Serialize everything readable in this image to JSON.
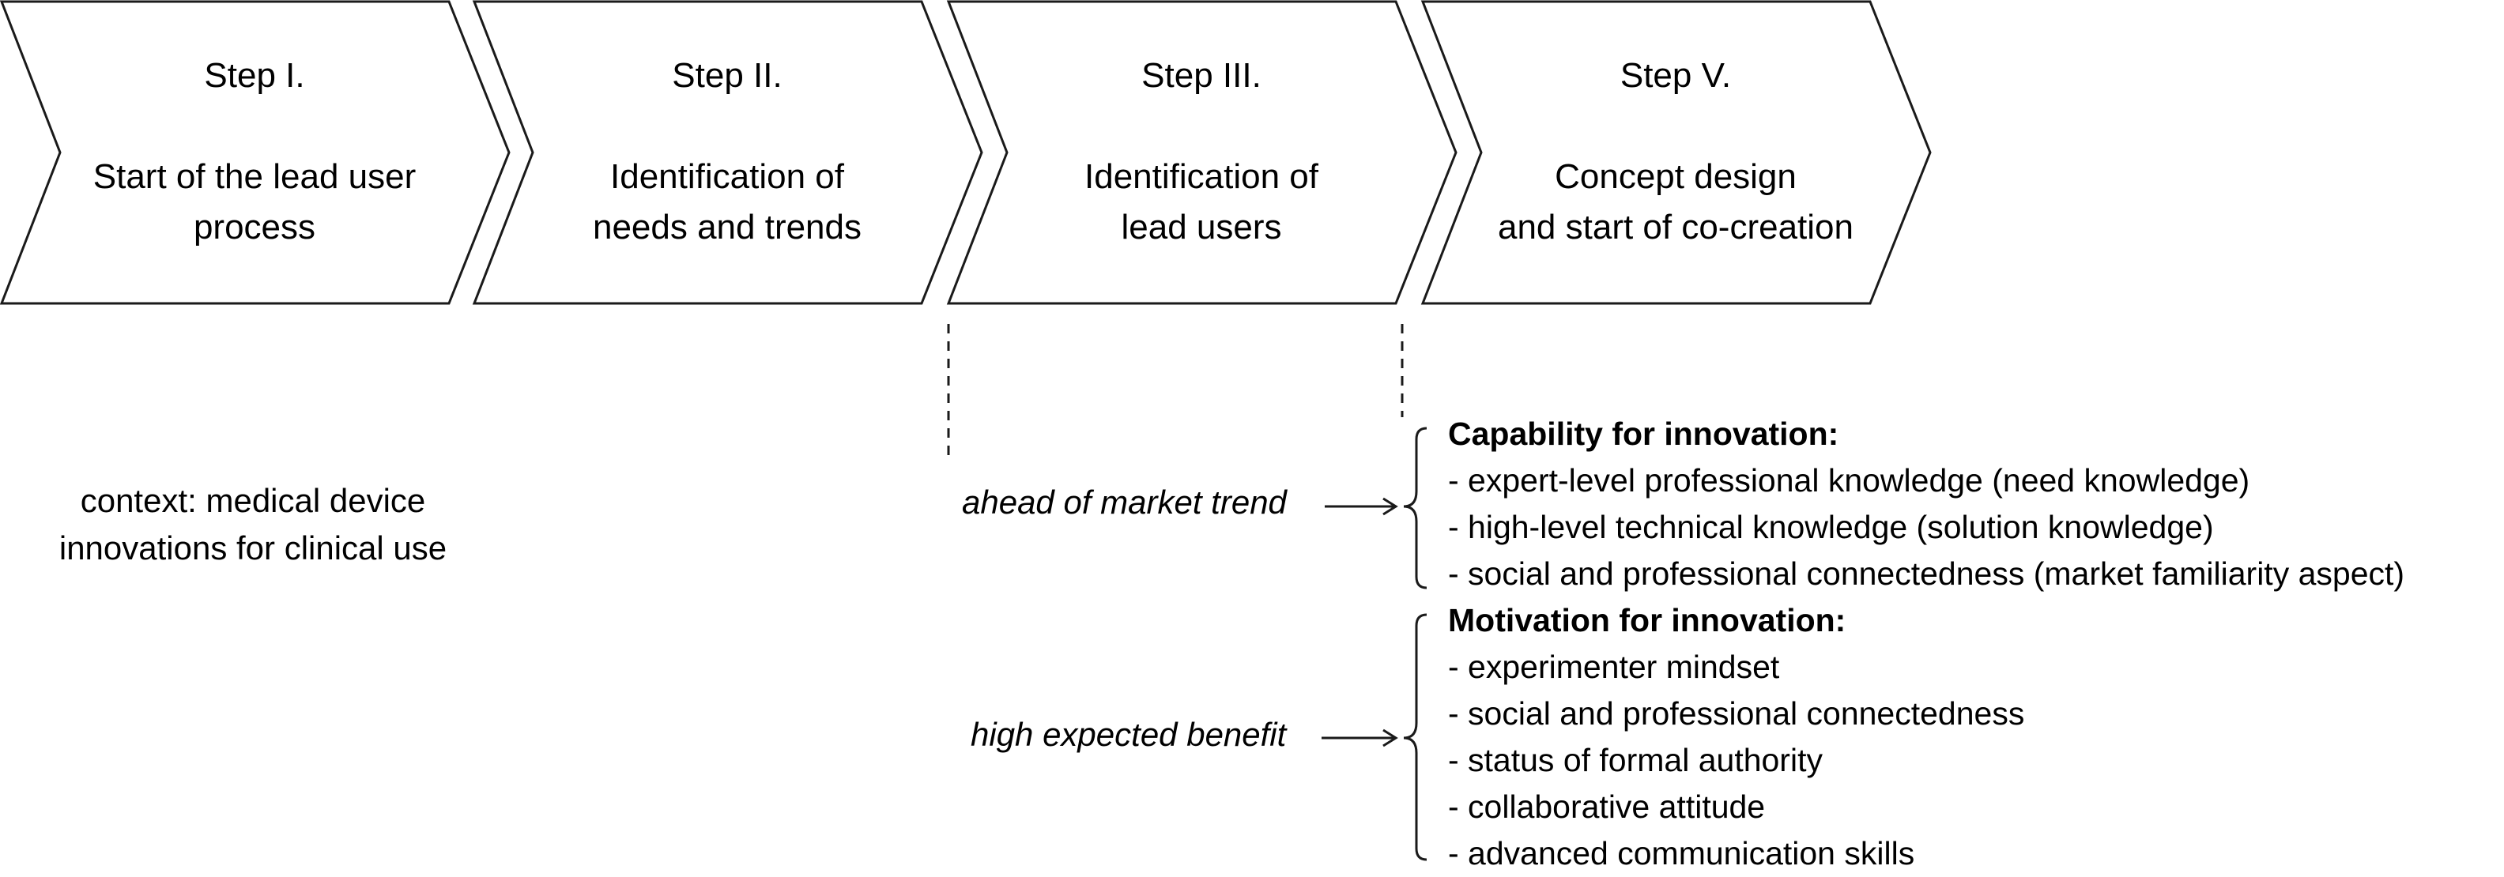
{
  "steps": [
    {
      "label": "Step I.",
      "description": [
        "Start of the lead user",
        "process"
      ]
    },
    {
      "label": "Step II.",
      "description": [
        "Identification of",
        "needs and trends"
      ]
    },
    {
      "label": "Step III.",
      "description": [
        "Identification of",
        "lead users"
      ]
    },
    {
      "label": "Step V.",
      "description": [
        "Concept design",
        "and start of co-creation"
      ]
    }
  ],
  "context": [
    "context: medical device",
    "innovations for clinical use"
  ],
  "factors": [
    {
      "label": "ahead of market trend",
      "title": "Capability for innovation:",
      "items": [
        "- expert-level professional knowledge (need knowledge)",
        "- high-level technical knowledge (solution knowledge)",
        "- social and professional connectedness (market familiarity aspect)"
      ]
    },
    {
      "label": "high expected benefit",
      "title": "Motivation for innovation:",
      "items": [
        "- experimenter mindset",
        "- social and professional connectedness",
        "- status of formal authority",
        "- collaborative attitude",
        "- advanced communication skills"
      ]
    }
  ],
  "colors": {
    "line": "#1a1a1a",
    "fill": "#ffffff",
    "text": "#000000"
  }
}
